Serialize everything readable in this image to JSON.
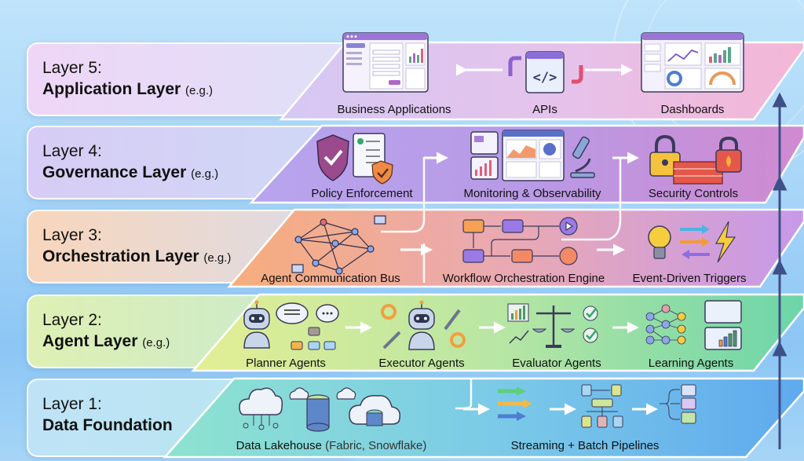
{
  "layers": [
    {
      "id": 5,
      "title": "Layer 5:",
      "name": "Application Layer",
      "eg": "(e.g.)",
      "card_color": "#ead8f6",
      "band_color": "#e4c7f1",
      "items": [
        {
          "label": "Business Applications",
          "icon": "app-window-form-icon"
        },
        {
          "label": "APIs",
          "icon": "code-brackets-icon"
        },
        {
          "label": "Dashboards",
          "icon": "dashboard-window-icon"
        }
      ]
    },
    {
      "id": 4,
      "title": "Layer 4:",
      "name": "Governance Layer",
      "eg": "(e.g.)",
      "card_color": "#d6cdf4",
      "band_color": "#bda5ee",
      "items": [
        {
          "label": "Policy Enforcement",
          "icon": "shield-check-icon"
        },
        {
          "label": "Monitoring & Observability",
          "icon": "monitoring-microscope-icon"
        },
        {
          "label": "Security Controls",
          "icon": "padlock-firewall-icon"
        }
      ]
    },
    {
      "id": 3,
      "title": "Layer 3:",
      "name": "Orchestration Layer",
      "eg": "(e.g.)",
      "card_color": "#f6d7c3",
      "band_color": "#f1b48c",
      "items": [
        {
          "label": "Agent Communication Bus",
          "icon": "network-graph-icon"
        },
        {
          "label": "Workflow Orchestration Engine",
          "icon": "workflow-icon"
        },
        {
          "label": "Event-Driven Triggers",
          "icon": "lightbulb-lightning-icon"
        }
      ]
    },
    {
      "id": 2,
      "title": "Layer 2:",
      "name": "Agent Layer",
      "eg": "(e.g.)",
      "card_color": "#dcedb9",
      "band_color": "#d3ea9a",
      "items": [
        {
          "label": "Planner Agents",
          "icon": "robot-thinking-icon"
        },
        {
          "label": "Executor Agents",
          "icon": "robot-tools-icon"
        },
        {
          "label": "Evaluator Agents",
          "icon": "scale-checkmark-icon"
        },
        {
          "label": "Learning Agents",
          "icon": "neural-network-icon"
        }
      ]
    },
    {
      "id": 1,
      "title": "Layer 1:",
      "name": "Data Foundation",
      "eg": "",
      "card_color": "#bde6f2",
      "band_color": "#8fdcd6",
      "items": [
        {
          "label": "Data Lakehouse",
          "label_suffix": "(Fabric, Snowflake)",
          "icon": "cloud-database-icon"
        },
        {
          "label": "Streaming + Batch Pipelines",
          "icon": "pipeline-flow-icon"
        }
      ]
    }
  ]
}
